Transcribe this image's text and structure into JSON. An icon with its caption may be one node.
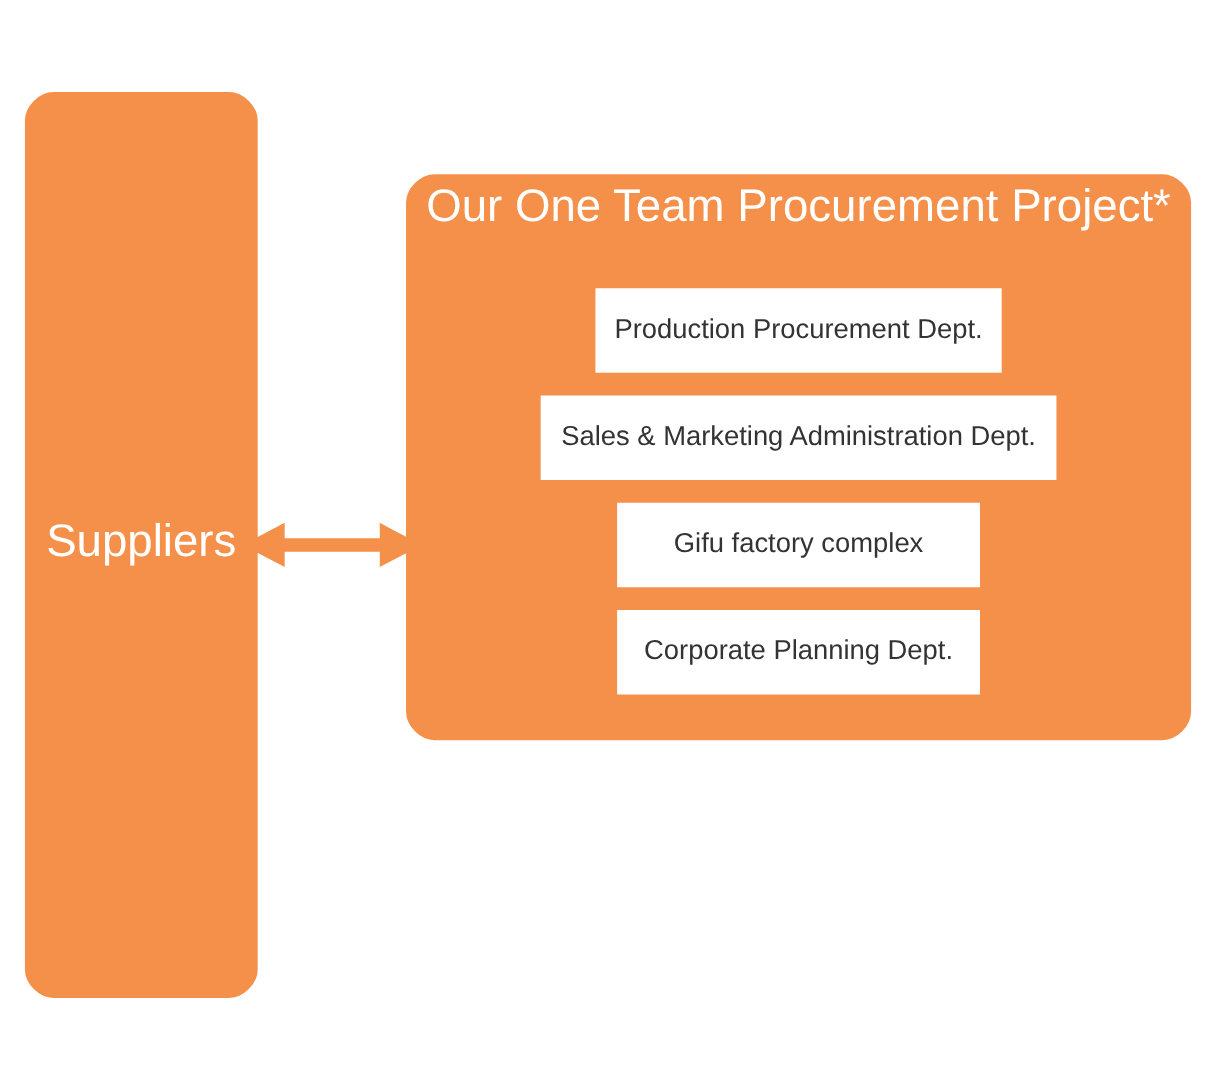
{
  "diagram": {
    "nodes": [
      {
        "text": [
          "Suppliers"
        ]
      },
      {
        "text": [
          "Our One Team Procurement Project*"
        ]
      },
      {
        "text": [
          "Production Procurement Dept."
        ],
        "in": 1
      },
      {
        "text": [
          "Sales & Marketing Administration Dept."
        ],
        "in": 1
      },
      {
        "text": [
          "Gifu factory complex"
        ],
        "in": 1
      },
      {
        "text": [
          "Corporate Planning Dept."
        ],
        "in": 1
      }
    ],
    "edges": [
      {
        "from": 0,
        "to": 1,
        "arrow": "both"
      }
    ]
  }
}
